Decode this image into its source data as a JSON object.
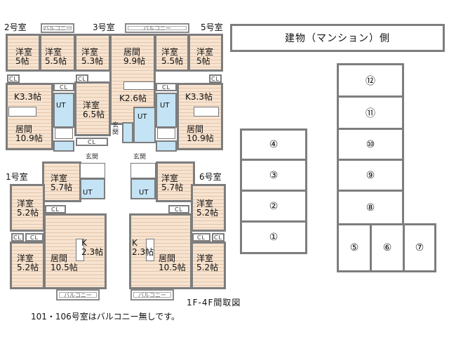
{
  "floorplan": {
    "title": "1F-4F間取図",
    "note": "101・106号室はバルコニー無しです。",
    "units": {
      "u2": "2号室",
      "u3": "3号室",
      "u5": "5号室",
      "u1": "1号室",
      "u6": "6号室"
    },
    "balcony_label": "バルコニー",
    "closet_label": "CL",
    "utility_label": "UT",
    "entrance_label": "玄関",
    "rooms": {
      "u2_west1": "洋室\n5帖",
      "u2_west2": "洋室\n5.5帖",
      "u2_kitchen": "K3.3帖",
      "u2_living": "居間\n10.9帖",
      "u3_west1": "洋室\n5.3帖",
      "u3_living": "居間\n9.9帖",
      "u3_kitchen": "K2.6帖",
      "u3_west2": "洋室\n6.5帖",
      "u5_west1": "洋室\n5.5帖",
      "u5_west2": "洋室\n5帖",
      "u5_kitchen": "K3.3帖",
      "u5_living": "居間\n10.9帖",
      "u1_west3": "洋室\n5.7帖",
      "u1_west1": "洋室\n5.2帖",
      "u1_west2": "洋室\n5.2帖",
      "u1_kitchen": "K\n2.3帖",
      "u1_living": "居間\n10.5帖",
      "u6_west3": "洋室\n5.7帖",
      "u6_west1": "洋室\n5.2帖",
      "u6_west2": "洋室\n5.2帖",
      "u6_kitchen": "K\n2.3帖",
      "u6_living": "居間\n10.5帖"
    }
  },
  "parking": {
    "building_side_label": "建物（マンション）側",
    "spots": [
      "①",
      "②",
      "③",
      "④",
      "⑤",
      "⑥",
      "⑦",
      "⑧",
      "⑨",
      "⑩",
      "⑪",
      "⑫"
    ]
  }
}
